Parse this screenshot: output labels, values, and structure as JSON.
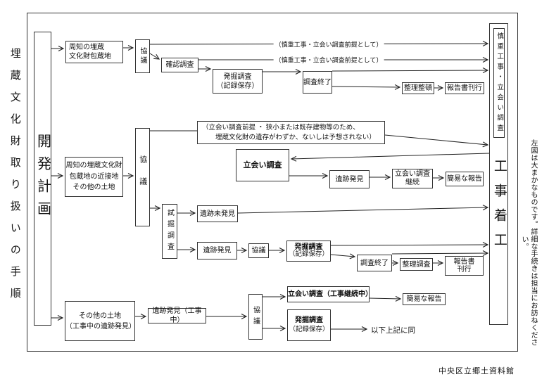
{
  "page": {
    "title_vertical": "埋蔵文化財取り扱いの手順",
    "side_note": "左図は大まかなものです。詳細な手続きは担当にお訪ねください。",
    "credit": "中央区立郷土資料館"
  },
  "nodes": {
    "development_plan": "開発計画",
    "known_site": "周知の埋蔵\n文化財包蔵地",
    "consultation1": "協議",
    "confirmation_survey": "確認調査",
    "excavation1": "発掘調査\n（記録保存）",
    "survey_end1": "調査終了",
    "sorting_tidying": "整理整頓",
    "report_pub1": "報告書刊行",
    "adjacent_land": "周知の埋蔵文化財\n包蔵地の近接地\nその他の土地",
    "consultation2": "協議",
    "witness_premise": "（立会い調査前提 ・ 狭小または既存建物等のため、\n　　埋蔵文化財の遺存がわずか、ないしは予想されない）",
    "witness_survey": "立会い調査",
    "site_found1": "遺跡発見",
    "witness_continue": "立会い調査\n継続",
    "simple_report1": "簡易な報告",
    "trial_excavation": "試掘調査",
    "site_not_found": "遺跡未発見",
    "site_found2": "遺跡発見",
    "consultation3": "協議",
    "excavation2_title": "発掘調査",
    "excavation2_sub": "（記録保存）",
    "survey_end2": "調査終了",
    "sorting_survey": "整理調査",
    "report_pub2": "報告書\n刊行",
    "other_land": "その他の土地\n（工事中の遺跡発見）",
    "site_found_construction": "遺跡発見（工事中）",
    "consultation4": "協議",
    "witness_during_construction": "立会い調査（工事継続中）",
    "simple_report2": "簡易な報告",
    "excavation3_title": "発掘調査",
    "excavation3_sub": "（記録保存）",
    "same_as_above": "以下上記に同",
    "cautious_construction": "慎重工事・立会い調査",
    "construction_start": "工事着工"
  },
  "line_labels": {
    "cautious_premise1": "（慎重工事・立会い調査前提として）",
    "cautious_premise2": "（慎重工事・立会い調査前提として）"
  }
}
